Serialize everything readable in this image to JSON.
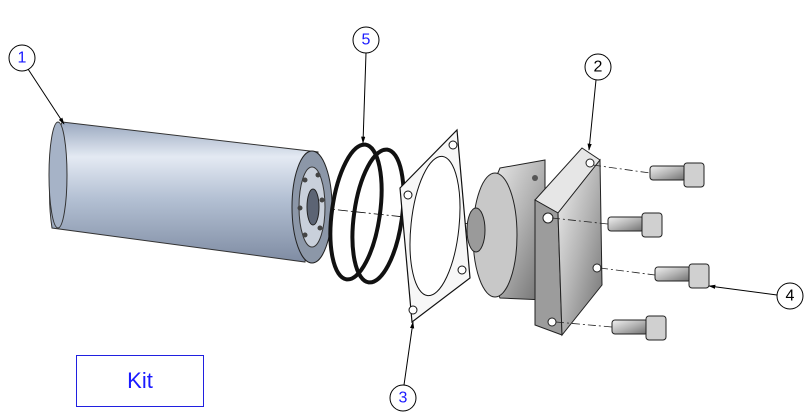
{
  "balloons": [
    {
      "number": "1",
      "part": "filter-element",
      "color": "#1a1aff"
    },
    {
      "number": "2",
      "part": "filter-head",
      "color": "#000000"
    },
    {
      "number": "3",
      "part": "gasket",
      "color": "#1a1aff"
    },
    {
      "number": "4",
      "part": "bolts",
      "color": "#000000"
    },
    {
      "number": "5",
      "part": "o-rings",
      "color": "#1a1aff"
    }
  ],
  "kit_label": "Kit",
  "colors": {
    "part_fill": "#b8c4d6",
    "kit_border": "#2020e0"
  }
}
